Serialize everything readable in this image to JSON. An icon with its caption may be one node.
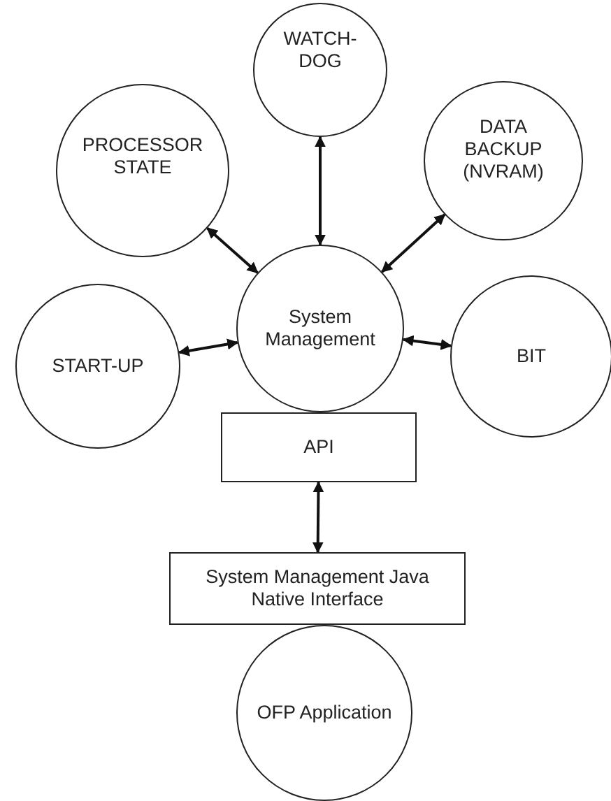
{
  "diagram": {
    "nodes": [
      {
        "text": [
          "WATCH-DOG"
        ]
      },
      {
        "text": [
          "PROCESSOR STATE"
        ]
      },
      {
        "text": [
          "DATA BACKUP (NVRAM)"
        ]
      },
      {
        "text": [
          "START-UP"
        ]
      },
      {
        "text": [
          "System Management"
        ]
      },
      {
        "text": [
          "BIT"
        ]
      },
      {
        "text": [
          "API"
        ]
      },
      {
        "text": [
          "System Management Java Native Interface"
        ]
      },
      {
        "text": [
          "OFP Application"
        ]
      }
    ],
    "edges": [
      {
        "from": 0,
        "to": 4,
        "arrow": "both"
      },
      {
        "from": 1,
        "to": 4,
        "arrow": "both"
      },
      {
        "from": 2,
        "to": 4,
        "arrow": "both"
      },
      {
        "from": 3,
        "to": 4,
        "arrow": "both"
      },
      {
        "from": 5,
        "to": 4,
        "arrow": "both"
      },
      {
        "from": 6,
        "to": 7,
        "arrow": "both"
      }
    ]
  }
}
